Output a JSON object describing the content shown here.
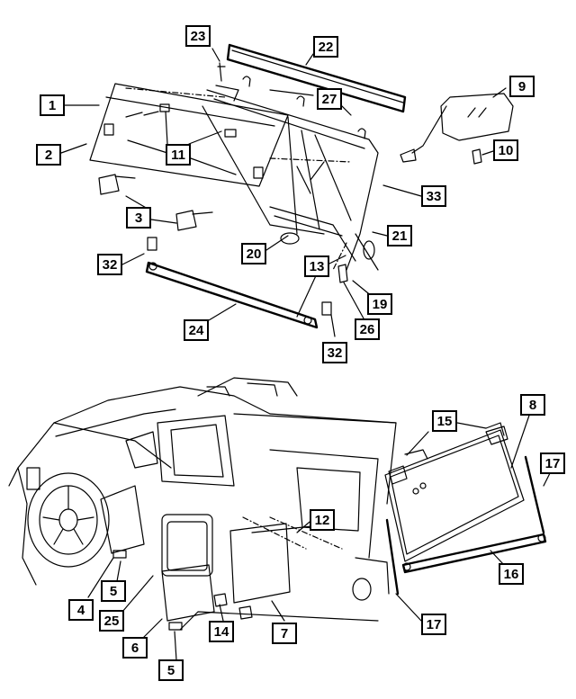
{
  "callouts": {
    "c1": "1",
    "c2": "2",
    "c3": "3",
    "c4": "4",
    "c5a": "5",
    "c5b": "5",
    "c6": "6",
    "c7": "7",
    "c8": "8",
    "c9": "9",
    "c10": "10",
    "c11": "11",
    "c12": "12",
    "c13": "13",
    "c14": "14",
    "c15": "15",
    "c16": "16",
    "c17a": "17",
    "c17b": "17",
    "c19": "19",
    "c20": "20",
    "c21": "21",
    "c22": "22",
    "c23": "23",
    "c24": "24",
    "c25": "25",
    "c26": "26",
    "c27": "27",
    "c32a": "32",
    "c32b": "32",
    "c33": "33"
  },
  "colors": {
    "line": "#000000",
    "background": "#ffffff"
  }
}
